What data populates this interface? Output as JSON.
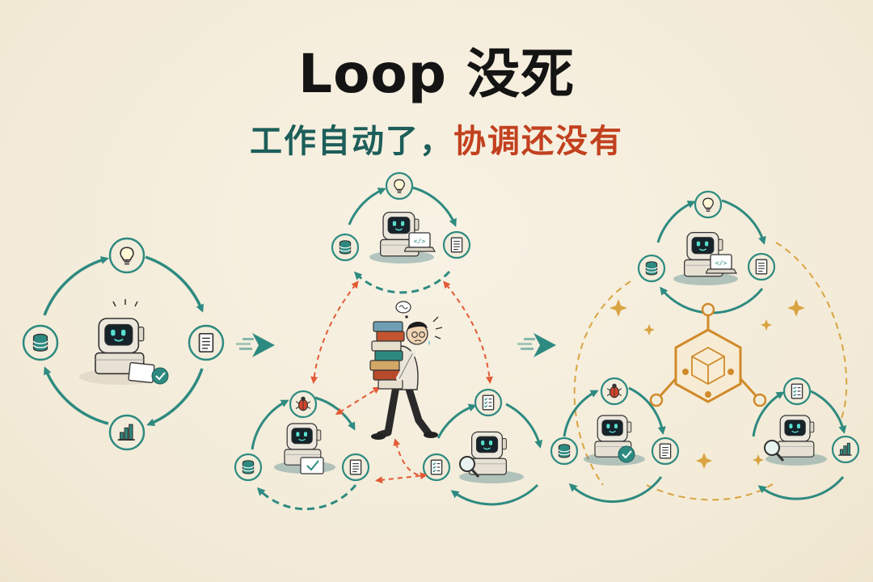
{
  "title": "Loop 没死",
  "subtitle": {
    "part1": "工作自动了，",
    "part2": "协调还没有"
  },
  "colors": {
    "background": "#f5eedd",
    "teal": "#2e8a80",
    "dark_teal": "#1d5e5a",
    "red_accent": "#c2411f",
    "orange_dashed": "#e35a35",
    "gold": "#d9a441",
    "hub": "#d08a2a"
  },
  "icons": [
    "lightbulb-icon",
    "document-icon",
    "bar-chart-icon",
    "database-icon",
    "bug-icon",
    "checklist-icon",
    "code-laptop-icon",
    "magnifier-icon",
    "checkmark-icon",
    "arrow-right-icon",
    "hexagon-hub-icon",
    "sparkle-icon"
  ]
}
